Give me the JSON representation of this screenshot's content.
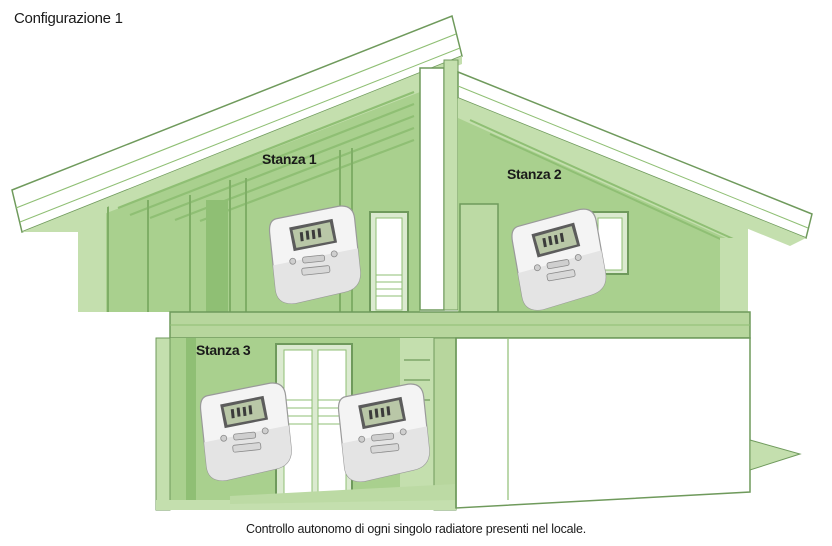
{
  "title": "Configurazione 1",
  "caption": "Controllo autonomo di ogni singolo radiatore presenti nel locale.",
  "rooms": [
    {
      "label": "Stanza 1"
    },
    {
      "label": "Stanza 2"
    },
    {
      "label": "Stanza 3"
    }
  ],
  "colors": {
    "wall_green": "#a9d08e",
    "wall_green_dark": "#8fbf74",
    "wall_green_light": "#c4dfae",
    "outline": "#6f9a5c",
    "roof_edge": "#ffffff",
    "device_body": "#f2f2f2",
    "device_screen": "#b7c4a6"
  },
  "devices": [
    {
      "name": "thermostatic-head-room-1"
    },
    {
      "name": "thermostatic-head-room-2"
    },
    {
      "name": "thermostatic-head-room-3-left"
    },
    {
      "name": "thermostatic-head-room-3-right"
    }
  ]
}
